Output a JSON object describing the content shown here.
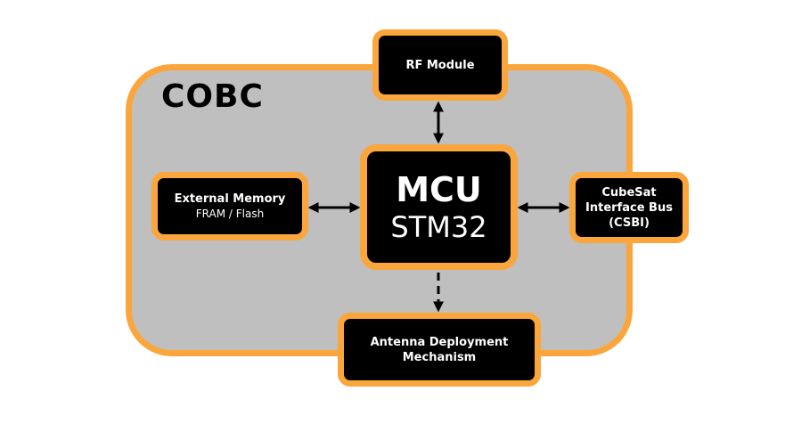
{
  "diagram": {
    "title": "COBC",
    "nodes": {
      "rf": {
        "label": "RF Module"
      },
      "mcu": {
        "title": "MCU",
        "chip": "STM32"
      },
      "memory": {
        "label": "External Memory",
        "sub": "FRAM / Flash"
      },
      "csbi": {
        "line1": "CubeSat",
        "line2": "Interface Bus",
        "line3": "(CSBI)"
      },
      "antenna": {
        "line1": "Antenna Deployment",
        "line2": "Mechanism"
      }
    },
    "edges": [
      {
        "from": "mcu",
        "to": "rf",
        "style": "solid",
        "direction": "both"
      },
      {
        "from": "mcu",
        "to": "memory",
        "style": "solid",
        "direction": "both"
      },
      {
        "from": "mcu",
        "to": "csbi",
        "style": "solid",
        "direction": "both"
      },
      {
        "from": "mcu",
        "to": "antenna",
        "style": "dashed",
        "direction": "forward"
      }
    ],
    "colors": {
      "accent": "#fba63c",
      "container": "#bfbfbf",
      "node": "#000000",
      "text": "#ffffff"
    }
  }
}
